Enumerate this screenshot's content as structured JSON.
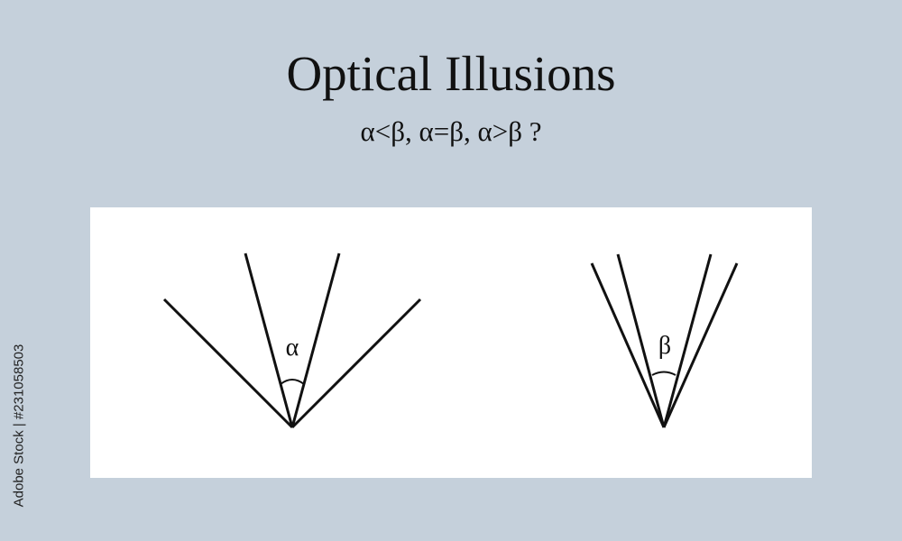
{
  "title": "Optical Illusions",
  "subtitle": "α<β, α=β, α>β ?",
  "figures": {
    "left": {
      "angle_label": "α"
    },
    "right": {
      "angle_label": "β"
    }
  },
  "watermark": {
    "side_text": "Adobe Stock | #231058503"
  },
  "colors": {
    "background": "#c5d0db",
    "panel": "#ffffff",
    "lines": "#111111"
  }
}
